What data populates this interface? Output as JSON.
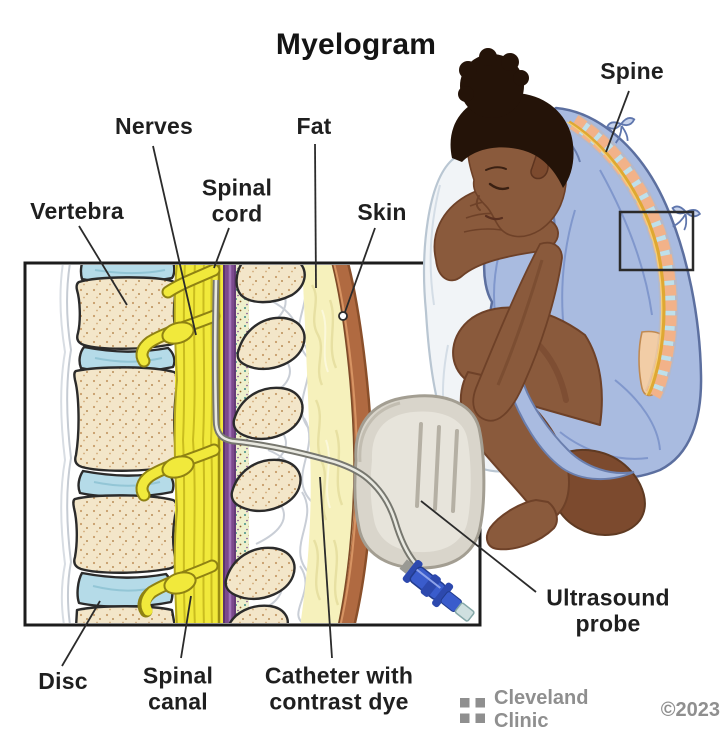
{
  "title": "Myelogram",
  "inset_labels": {
    "vertebra": "Vertebra",
    "nerves": "Nerves",
    "spinal_cord": "Spinal cord",
    "fat": "Fat",
    "skin": "Skin",
    "disc": "Disc",
    "spinal_canal": "Spinal canal",
    "catheter": "Catheter with contrast dye"
  },
  "scene_labels": {
    "spine": "Spine",
    "ultrasound_probe": "Ultrasound probe"
  },
  "footer": {
    "brand": "Cleveland Clinic",
    "copyright": "©2023"
  },
  "colors": {
    "label_text": "#1f1f1f",
    "footer_gray": "#8f8f8f",
    "bone_cream": "#f3e6c9",
    "disc_blue": "#b5dbe8",
    "nerve_yellow": "#f1e93b",
    "canal_purple": "#7b4a8d",
    "fat_yellow": "#f6f1bc",
    "skin_brown": "#b06a41",
    "gown_blue": "#a9bbe0",
    "patient_skin": "#8a5a3c",
    "hair_brown": "#241308",
    "probe_gray": "#d9d5cb",
    "hub_blue": "#3a5ccc"
  }
}
